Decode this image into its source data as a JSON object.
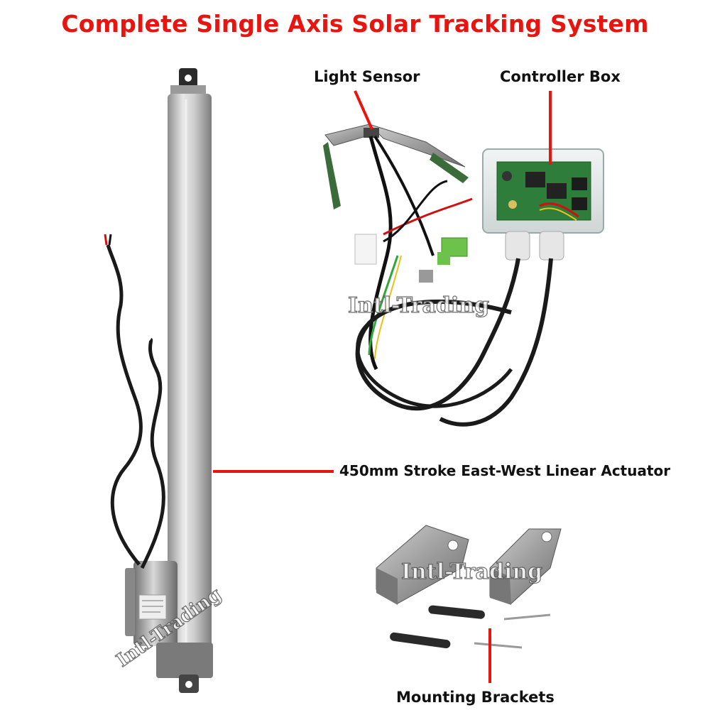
{
  "title": "Complete Single Axis Solar Tracking System",
  "labels": {
    "light_sensor": "Light Sensor",
    "controller_box": "Controller Box",
    "actuator": "450mm Stroke East-West Linear Actuator",
    "mounting_brackets": "Mounting Brackets"
  },
  "watermark": "Intl-Trading",
  "colors": {
    "title": "#e8140f",
    "pointer_line": "#e8140f",
    "label_text": "#111111"
  }
}
